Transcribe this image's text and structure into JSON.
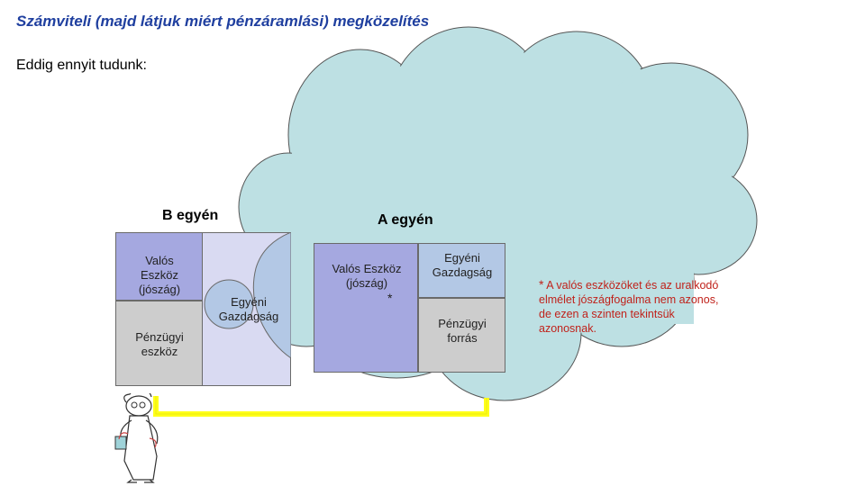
{
  "title": "Számviteli (majd látjuk miért pénzáramlási) megközelítés",
  "subtitle": "Eddig ennyit tudunk:",
  "colors": {
    "title": "#1f3f9f",
    "cloud_fill": "#bde0e3",
    "real_asset": "#a5a8e0",
    "equity_light": "#d9daf2",
    "equity_blue": "#b3c8e5",
    "financial": "#cdcdcd",
    "connector": "#ffff1a",
    "note": "#c0221b"
  },
  "person_b": {
    "heading": "B egyén",
    "real_asset": "Valós Eszköz (jószág)",
    "financial_asset": "Pénzügyi eszköz",
    "equity": "Egyéni Gazdagság"
  },
  "person_a": {
    "heading": "A egyén",
    "real_asset": "Valós Eszköz (jószág)",
    "asterisk": "*",
    "equity": "Egyéni Gazdagság",
    "financial_source": "Pénzügyi forrás"
  },
  "footnote": {
    "star": "*",
    "text": "A valós eszközöket és az uralkodó elmélet jószágfogalma nem azonos, de ezen a szinten tekintsük azonosnak."
  },
  "icons": {
    "cloud": "thought-cloud-icon",
    "professor": "professor-figure-icon"
  }
}
